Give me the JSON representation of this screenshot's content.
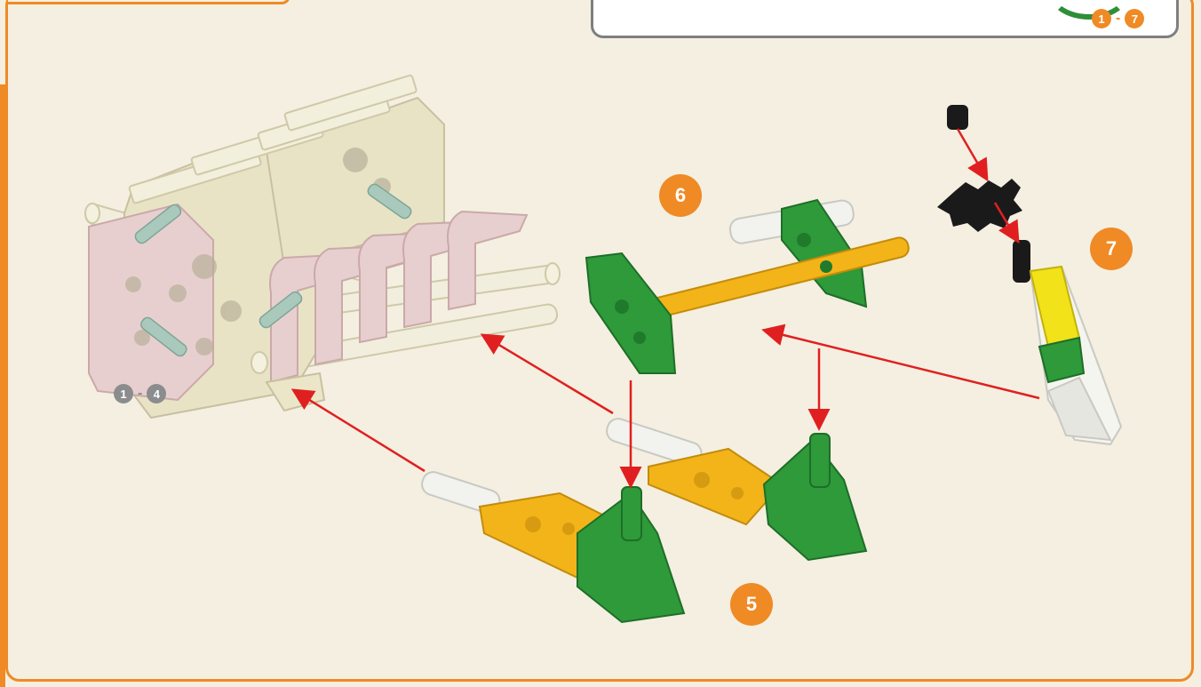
{
  "header": {
    "steps_range": {
      "from": "1",
      "sep": "-",
      "to": "7"
    }
  },
  "labels": {
    "range_left": {
      "from": "1",
      "sep": "-",
      "to": "4"
    },
    "step5": "5",
    "step6": "6",
    "step7": "7"
  },
  "colors": {
    "frame": "#ef8a25",
    "background": "#f4efe1",
    "arrow": "#e02020",
    "green_part": "#2e9a3a",
    "yellow_part": "#f2b418",
    "pink_part": "#e8cfcf",
    "cream_part": "#efeacc"
  }
}
